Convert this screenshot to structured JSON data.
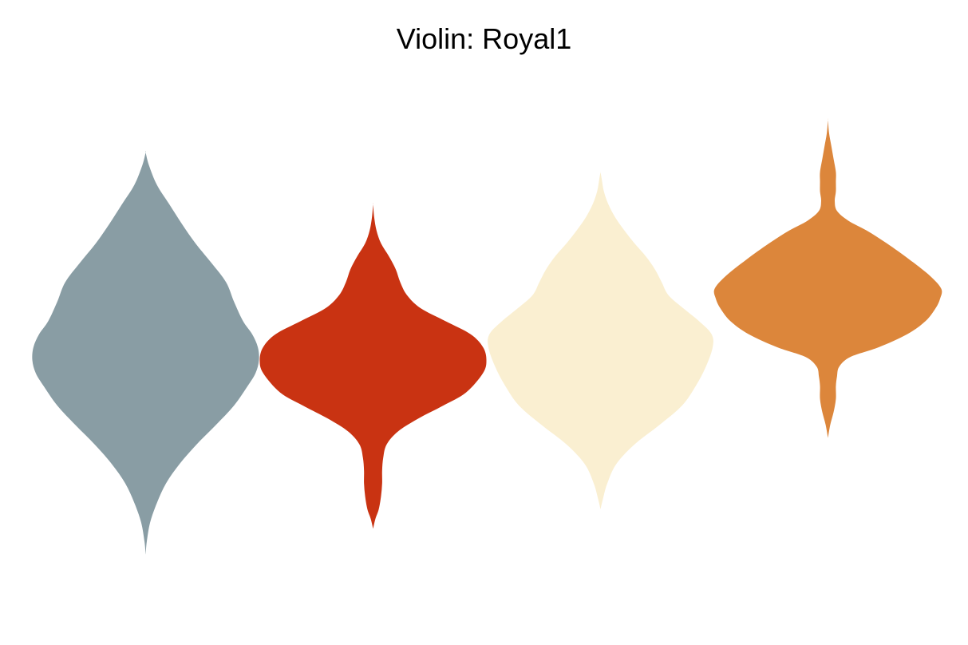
{
  "chart_data": {
    "type": "violin",
    "title": "Violin: Royal1",
    "xlabel": "",
    "ylabel": "",
    "axes_visible": false,
    "grid": false,
    "legend": "none",
    "palette": [
      "#899DA4",
      "#C93312",
      "#FAEFD1",
      "#DC863B"
    ],
    "series": [
      {
        "color": "#899DA4",
        "min": -3.1,
        "max": 3.1,
        "profile": [
          [
            -3.1,
            0.0
          ],
          [
            -2.9,
            0.01
          ],
          [
            -2.6,
            0.04
          ],
          [
            -2.3,
            0.1
          ],
          [
            -2.0,
            0.18
          ],
          [
            -1.7,
            0.3
          ],
          [
            -1.4,
            0.45
          ],
          [
            -1.1,
            0.62
          ],
          [
            -0.8,
            0.78
          ],
          [
            -0.5,
            0.9
          ],
          [
            -0.3,
            0.97
          ],
          [
            -0.1,
            1.0
          ],
          [
            0.1,
            0.99
          ],
          [
            0.3,
            0.94
          ],
          [
            0.5,
            0.86
          ],
          [
            0.8,
            0.78
          ],
          [
            1.1,
            0.71
          ],
          [
            1.4,
            0.58
          ],
          [
            1.7,
            0.44
          ],
          [
            2.0,
            0.32
          ],
          [
            2.3,
            0.21
          ],
          [
            2.6,
            0.1
          ],
          [
            2.9,
            0.03
          ],
          [
            3.1,
            0.0
          ]
        ]
      },
      {
        "color": "#C93312",
        "min": -2.7,
        "max": 2.3,
        "profile": [
          [
            -2.7,
            0.0
          ],
          [
            -2.55,
            0.02
          ],
          [
            -2.4,
            0.05
          ],
          [
            -2.2,
            0.07
          ],
          [
            -2.0,
            0.08
          ],
          [
            -1.8,
            0.08
          ],
          [
            -1.6,
            0.09
          ],
          [
            -1.4,
            0.12
          ],
          [
            -1.2,
            0.22
          ],
          [
            -1.0,
            0.4
          ],
          [
            -0.8,
            0.62
          ],
          [
            -0.6,
            0.82
          ],
          [
            -0.3,
            0.97
          ],
          [
            -0.1,
            1.0
          ],
          [
            0.1,
            0.97
          ],
          [
            0.3,
            0.86
          ],
          [
            0.5,
            0.64
          ],
          [
            0.7,
            0.42
          ],
          [
            0.9,
            0.3
          ],
          [
            1.1,
            0.24
          ],
          [
            1.3,
            0.2
          ],
          [
            1.5,
            0.14
          ],
          [
            1.7,
            0.07
          ],
          [
            1.9,
            0.03
          ],
          [
            2.1,
            0.01
          ],
          [
            2.3,
            0.0
          ]
        ]
      },
      {
        "color": "#FAEFD1",
        "min": -2.4,
        "max": 2.8,
        "profile": [
          [
            -2.4,
            0.0
          ],
          [
            -2.25,
            0.02
          ],
          [
            -2.0,
            0.06
          ],
          [
            -1.7,
            0.14
          ],
          [
            -1.4,
            0.3
          ],
          [
            -1.1,
            0.52
          ],
          [
            -0.8,
            0.72
          ],
          [
            -0.5,
            0.84
          ],
          [
            -0.2,
            0.93
          ],
          [
            0.1,
            0.99
          ],
          [
            0.3,
            0.98
          ],
          [
            0.5,
            0.87
          ],
          [
            0.7,
            0.73
          ],
          [
            0.9,
            0.6
          ],
          [
            1.1,
            0.54
          ],
          [
            1.3,
            0.48
          ],
          [
            1.5,
            0.4
          ],
          [
            1.7,
            0.3
          ],
          [
            1.9,
            0.21
          ],
          [
            2.1,
            0.13
          ],
          [
            2.3,
            0.07
          ],
          [
            2.5,
            0.03
          ],
          [
            2.7,
            0.01
          ],
          [
            2.8,
            0.0
          ]
        ]
      },
      {
        "color": "#DC863B",
        "min": -1.3,
        "max": 3.6,
        "profile": [
          [
            -1.3,
            0.0
          ],
          [
            -1.1,
            0.02
          ],
          [
            -0.9,
            0.05
          ],
          [
            -0.7,
            0.07
          ],
          [
            -0.5,
            0.07
          ],
          [
            -0.35,
            0.08
          ],
          [
            -0.2,
            0.1
          ],
          [
            -0.05,
            0.2
          ],
          [
            0.1,
            0.45
          ],
          [
            0.3,
            0.7
          ],
          [
            0.5,
            0.86
          ],
          [
            0.7,
            0.95
          ],
          [
            0.85,
            0.99
          ],
          [
            1.0,
            1.0
          ],
          [
            1.2,
            0.9
          ],
          [
            1.45,
            0.72
          ],
          [
            1.7,
            0.52
          ],
          [
            1.9,
            0.34
          ],
          [
            2.05,
            0.18
          ],
          [
            2.2,
            0.08
          ],
          [
            2.35,
            0.06
          ],
          [
            2.5,
            0.07
          ],
          [
            2.65,
            0.07
          ],
          [
            2.8,
            0.07
          ],
          [
            3.0,
            0.05
          ],
          [
            3.2,
            0.03
          ],
          [
            3.4,
            0.01
          ],
          [
            3.6,
            0.0
          ]
        ]
      }
    ]
  }
}
